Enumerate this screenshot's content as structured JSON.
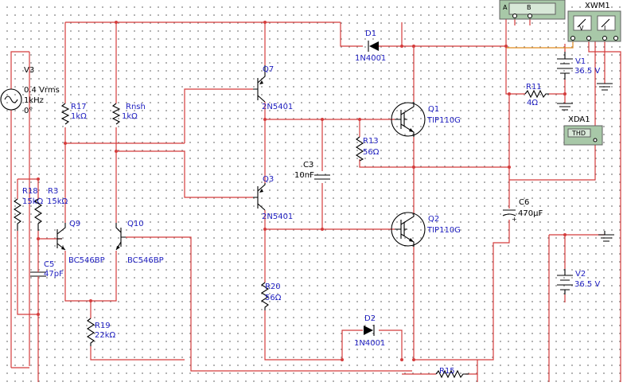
{
  "components": {
    "V3": {
      "ref": "V3",
      "value1": "0.4 Vrms",
      "value2": "1kHz",
      "value3": "0°"
    },
    "R17": {
      "ref": "R17",
      "value": "1kΩ"
    },
    "Rnsh": {
      "ref": "Rnsh",
      "value": "1kΩ"
    },
    "R18": {
      "ref": "R18",
      "value": "15kΩ"
    },
    "R3": {
      "ref": "R3",
      "value": "15kΩ"
    },
    "Q9": {
      "ref": "Q9",
      "model": "BC546BP"
    },
    "Q10": {
      "ref": "Q10",
      "model": "BC546BP"
    },
    "C5": {
      "ref": "C5",
      "value": "47pF"
    },
    "R19": {
      "ref": "R19",
      "value": "22kΩ"
    },
    "Q7": {
      "ref": "Q7",
      "model": "2N5401"
    },
    "Q3": {
      "ref": "Q3",
      "model": "2N5401"
    },
    "C3": {
      "ref": "C3",
      "value": "10nF"
    },
    "R13": {
      "ref": "R13",
      "value": "56Ω"
    },
    "R20": {
      "ref": "R20",
      "value": "56Ω"
    },
    "D1": {
      "ref": "D1",
      "model": "1N4001"
    },
    "D2": {
      "ref": "D2",
      "model": "1N4001"
    },
    "Q1": {
      "ref": "Q1",
      "model": "TIP110G"
    },
    "Q2": {
      "ref": "Q2",
      "model": "TIP110G"
    },
    "R11": {
      "ref": "R11",
      "value": "4Ω"
    },
    "V1": {
      "ref": "V1",
      "value": "36.5 V"
    },
    "V2": {
      "ref": "V2",
      "value": "36.5 V"
    },
    "C6": {
      "ref": "C6",
      "value": "470µF"
    },
    "R15": {
      "ref": "R15"
    }
  },
  "instruments": {
    "XWM1": {
      "ref": "XWM1",
      "terminals": [
        "V",
        "I"
      ]
    },
    "XDA1": {
      "ref": "XDA1",
      "screen": "THD"
    },
    "XMM": {
      "terminals": [
        "A",
        "B"
      ]
    }
  },
  "colors": {
    "wire": "#d43c3c",
    "label": "#1d1dbf",
    "component": "#000000",
    "instrument": "#a8c8a8"
  }
}
